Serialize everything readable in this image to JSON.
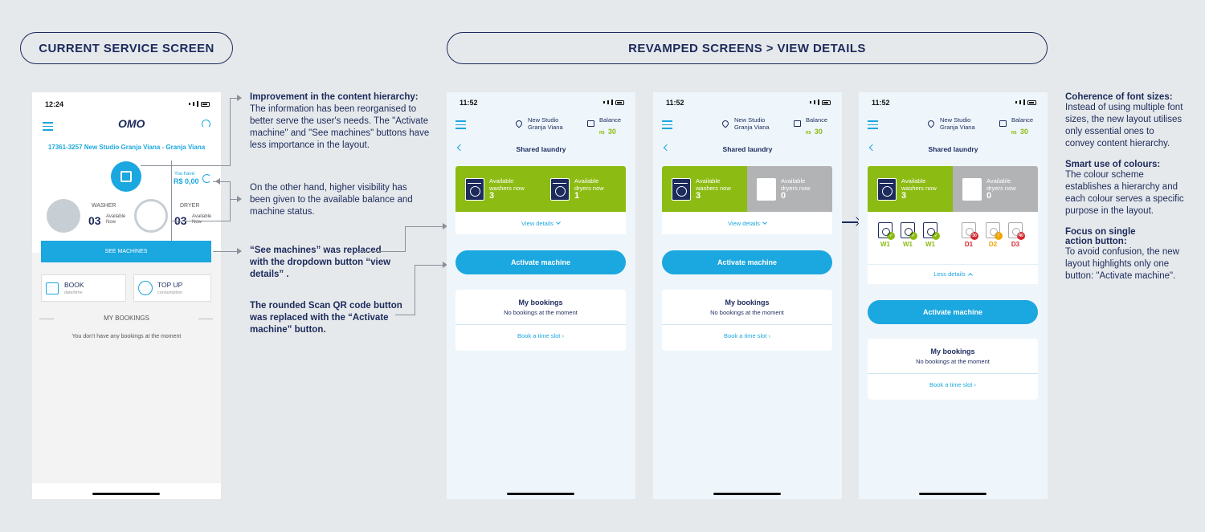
{
  "headers": {
    "current": "CURRENT SERVICE SCREEN",
    "revamped": "REVAMPED SCREENS > VIEW DETAILS"
  },
  "old_phone": {
    "time": "12:24",
    "brand": "OMO",
    "address": "17361-3257 New Studio Granja Viana - Granja Viana",
    "you_have": "You have:",
    "balance": "R$ 0,00",
    "washer_label": "WASHER",
    "washer_count": "03",
    "dryer_label": "DRYER",
    "dryer_count": "03",
    "available_now": "Available Now",
    "see_machines": "SEE MACHINES",
    "book_title": "BOOK",
    "book_sub": "date/time",
    "topup_title": "TOP UP",
    "topup_sub": "consumption",
    "my_bookings": "MY BOOKINGS",
    "no_bookings": "You don't have any bookings at the moment"
  },
  "notes": {
    "n1_title": "Improvement in the content hierarchy:",
    "n1_body": "The information has been reorganised to better serve the user's needs. The \"Activate machine\" and \"See machines\" buttons have less importance in the layout.",
    "n2_body": "On the other hand, higher visibility has been given to the available balance and machine status.",
    "n3_body": "“See machines” was replaced with the dropdown button “view details” .",
    "n4_body": "The rounded Scan QR code button was replaced with the “Activate machine” button."
  },
  "new_phone": {
    "time": "11:52",
    "location_line1": "New Studio",
    "location_line2": "Granja Viana",
    "balance_label": "Balance",
    "balance_currency": "R$",
    "balance_value": "30",
    "title": "Shared laundry",
    "washers_label": "Available washers now",
    "dryers_label": "Available dryers now",
    "washers_count": "3",
    "dryers_count_1": "1",
    "dryers_count_0": "0",
    "view_details": "View details",
    "less_details": "Less details",
    "activate": "Activate machine",
    "my_bookings": "My bookings",
    "no_bookings": "No bookings at the moment",
    "book_slot": "Book a time slot",
    "machines": [
      {
        "label": "W1",
        "status": "ok"
      },
      {
        "label": "W1",
        "status": "ok"
      },
      {
        "label": "W1",
        "status": "ok"
      },
      {
        "label": "D1",
        "status": "30"
      },
      {
        "label": "D2",
        "status": "warn"
      },
      {
        "label": "D3",
        "status": "40"
      }
    ]
  },
  "right_notes": {
    "h1": "Coherence of font sizes:",
    "p1": "Instead of using multiple font sizes, the new layout utilises only essential ones to convey content hierarchy.",
    "h2": "Smart use of colours:",
    "p2": "The colour scheme establishes a hierarchy and each colour serves a specific purpose in the layout.",
    "h3": "Focus on single action button:",
    "p3": "To avoid confusion, the new layout highlights only one button: \"Activate machine\"."
  },
  "colors": {
    "navy": "#1c2a5c",
    "cyan": "#1ba7df",
    "green": "#8cbb13",
    "grey": "#b2b3b4"
  }
}
